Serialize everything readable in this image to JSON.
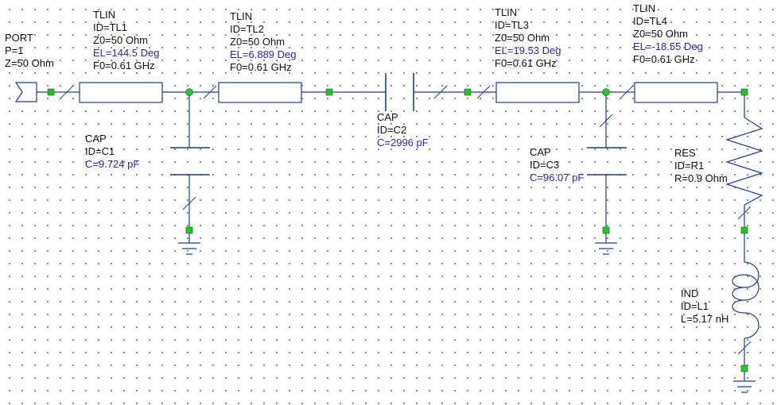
{
  "colors": {
    "wire": "#1f3a9e",
    "node": "#1ec81e",
    "tuned_text": "#2626c8",
    "text": "#111111"
  },
  "port": {
    "type": "PORT",
    "p": "P=1",
    "z": "Z=50 Ohm"
  },
  "tl1": {
    "type": "TLIN",
    "id": "ID=TL1",
    "z0": "Z0=50 Ohm",
    "el": "EL=144.5 Deg",
    "f0": "F0=0.61 GHz"
  },
  "tl2": {
    "type": "TLIN",
    "id": "ID=TL2",
    "z0": "Z0=50 Ohm",
    "el": "EL=6.889 Deg",
    "f0": "F0=0.61 GHz"
  },
  "tl3": {
    "type": "TLIN",
    "id": "ID=TL3",
    "z0": "Z0=50 Ohm",
    "el": "EL=19.53 Deg",
    "f0": "F0=0.61 GHz"
  },
  "tl4": {
    "type": "TLIN",
    "id": "ID=TL4",
    "z0": "Z0=50 Ohm",
    "el": "EL=-18.55 Deg",
    "f0": "F0=0.61 GHz"
  },
  "c1": {
    "type": "CAP",
    "id": "ID=C1",
    "c": "C=9.724 pF"
  },
  "c2": {
    "type": "CAP",
    "id": "ID=C2",
    "c": "C=2996 pF"
  },
  "c3": {
    "type": "CAP",
    "id": "ID=C3",
    "c": "C=96.07 pF"
  },
  "r1": {
    "type": "RES",
    "id": "ID=R1",
    "r": "R=0.9 Ohm"
  },
  "l1": {
    "type": "IND",
    "id": "ID=L1",
    "l": "L=5.17 nH"
  }
}
